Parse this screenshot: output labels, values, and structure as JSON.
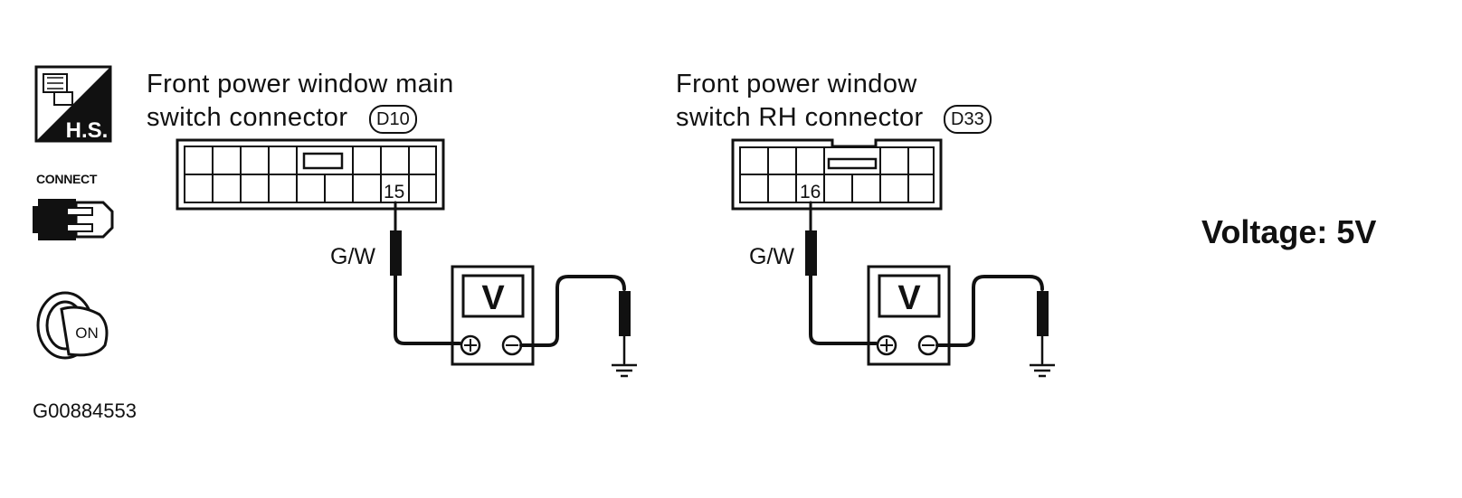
{
  "icons": {
    "harness_label": "H.S.",
    "connect_label": "CONNECT",
    "ignition_label": "ON"
  },
  "left": {
    "title_line1": "Front power window main",
    "title_line2": "switch connector",
    "connector_id": "D10",
    "pin": "15",
    "wire": "G/W",
    "meter_label": "V"
  },
  "right": {
    "title_line1": "Front power window",
    "title_line2": "switch RH connector",
    "connector_id": "D33",
    "pin": "16",
    "wire": "G/W",
    "meter_label": "V"
  },
  "result": "Voltage: 5V",
  "figure_id": "G00884553"
}
